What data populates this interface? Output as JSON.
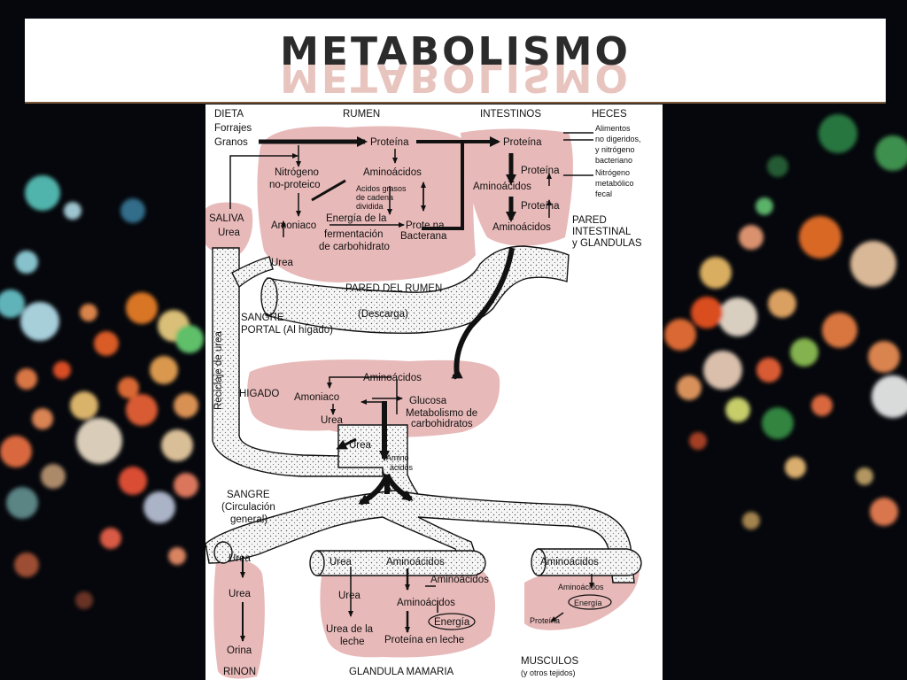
{
  "title": "METABOLISMO",
  "colors": {
    "region_fill": "#e8b9b9",
    "vessel_fill": "#f4f4f4",
    "background": "#05070c"
  },
  "header": {
    "dieta": "DIETA",
    "forrajes": "Forrajes",
    "granos": "Granos",
    "rumen": "RUMEN",
    "intestinos": "INTESTINOS",
    "heces": "HECES"
  },
  "rumen": {
    "proteina": "Proteína",
    "nitrogeno1": "Nitrógeno",
    "nitrogeno2": "no-proteico",
    "aminoacidos": "Aminoácidos",
    "acidos1": "Acidos grasos",
    "acidos2": "de cadena",
    "acidos3": "dividida",
    "energia": "Energía de la",
    "fermentacion1": "fermentación",
    "fermentacion2": "de carbohidrato",
    "amoniaco": "Amoniaco",
    "prot_bact1": "Prote na",
    "prot_bact2": "Bacterana",
    "urea": "Urea",
    "pared": "PARED DEL RUMEN",
    "descarga": "(Descarga)"
  },
  "saliva": {
    "label": "SALIVA",
    "urea": "Urea"
  },
  "intestino": {
    "proteina": "Proteína",
    "proteina2": "Proteína",
    "aminoacidos": "Aminoácidos",
    "proteina3": "Proteína",
    "aminoacidos2": "Aminoácidos",
    "pared1": "PARED",
    "pared2": "INTESTINAL",
    "pared3": "y GLANDULAS"
  },
  "heces": {
    "alimentos1": "Alimentos",
    "alimentos2": "no digeridos,",
    "alimentos3": "y nitrógeno",
    "alimentos4": "bacteriano",
    "nitrogeno1": "Nitrógeno",
    "nitrogeno2": "metabólico",
    "nitrogeno3": "fecal"
  },
  "sangre_portal": {
    "l1": "SANGRE",
    "l2": "PORTAL (Al hígado)"
  },
  "reciclaje": "Reciclaje de urea",
  "higado": {
    "label": "HIGADO",
    "aminoacidos": "Aminoácidos",
    "amoniaco": "Amoniaco",
    "glucosa": "Glucosa",
    "metab1": "Metabolismo de",
    "metab2": "carbohidratos",
    "urea": "Urea",
    "urea2": "Urea",
    "amino1": "Amino",
    "amino2": "ácidos"
  },
  "sangre_general": {
    "l1": "SANGRE",
    "l2": "(Circulación",
    "l3": "general)"
  },
  "rinon": {
    "urea1": "Urea",
    "urea2": "Urea",
    "orina": "Orina",
    "label": "RINON"
  },
  "mamaria": {
    "urea": "Urea",
    "aminoacidos": "Aminoácidos",
    "aminoacidos2": "Aminoácidos",
    "urea2": "Urea",
    "aminoacidos3": "Aminoácidos",
    "energia": "Energía",
    "urea_leche1": "Urea de la",
    "urea_leche2": "leche",
    "proteina_leche": "Proteína en leche",
    "label": "GLANDULA MAMARIA"
  },
  "musculos": {
    "aminoacidos": "Aminoácidos",
    "aminoacidos2": "Aminoácidos",
    "energia": "Energía",
    "proteina": "Proteína",
    "label": "MUSCULOS",
    "sub": "(y otros tejidos)"
  }
}
